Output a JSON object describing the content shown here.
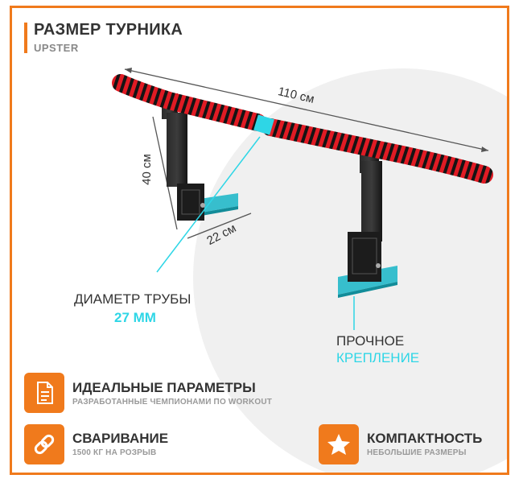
{
  "header": {
    "title": "РАЗМЕР ТУРНИКА",
    "subtitle": "UPSTER"
  },
  "dimensions": {
    "width": "110 см",
    "height": "40 см",
    "depth": "22 см"
  },
  "callouts": {
    "pipe_label": "ДИАМЕТР ТРУБЫ",
    "pipe_value": "27 ММ",
    "mount_label": "ПРОЧНОЕ",
    "mount_value": "КРЕПЛЕНИЕ"
  },
  "features": [
    {
      "icon": "document-icon",
      "title": "ИДЕАЛЬНЫЕ ПАРАМЕТРЫ",
      "subtitle": "РАЗРАБОТАННЫЕ ЧЕМПИОНАМИ ПО WORKOUT"
    },
    {
      "icon": "link-icon",
      "title": "СВАРИВАНИЕ",
      "subtitle": "1500 КГ НА РОЗРЫВ"
    },
    {
      "icon": "star-icon",
      "title": "КОМПАКТНОСТЬ",
      "subtitle": "НЕБОЛЬШИЕ РАЗМЕРЫ"
    }
  ],
  "colors": {
    "accent": "#f07a1c",
    "cyan": "#2ed6e6",
    "foam_red": "#e01b24"
  }
}
